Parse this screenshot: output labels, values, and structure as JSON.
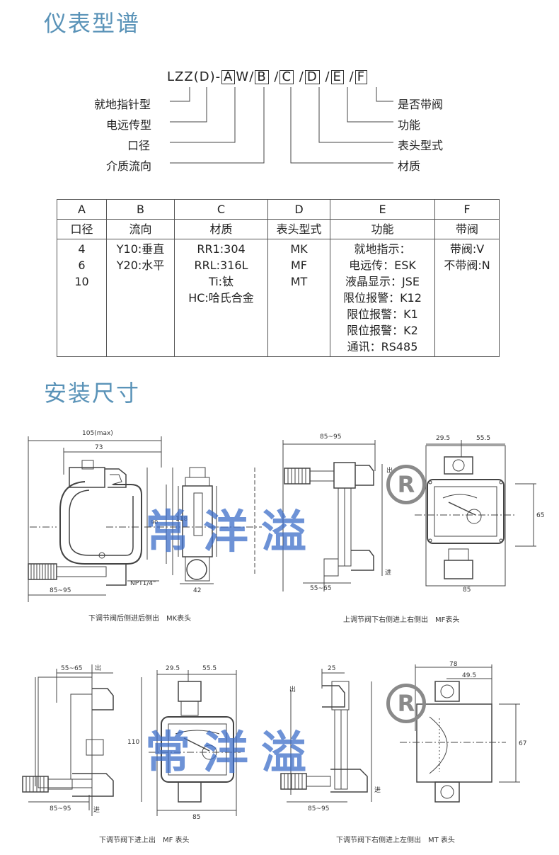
{
  "sections": {
    "model_title": "仪表型谱",
    "install_title": "安装尺寸"
  },
  "model_code": {
    "prefix": "LZZ(D)-",
    "slots": [
      "A",
      "W",
      "B",
      "C",
      "D",
      "E",
      "F"
    ],
    "labels_left": [
      "就地指针型",
      "电远传型",
      "口径",
      "介质流向"
    ],
    "labels_right": [
      "是否带阀",
      "功能",
      "表头型式",
      "材质"
    ]
  },
  "spec_table": {
    "letters": [
      "A",
      "B",
      "C",
      "D",
      "E",
      "F"
    ],
    "headers": [
      "口径",
      "流向",
      "材质",
      "表头型式",
      "功能",
      "带阀"
    ],
    "col_a": [
      "4",
      "6",
      "10"
    ],
    "col_b": [
      "Y10:垂直",
      "Y20:水平"
    ],
    "col_c": [
      "RR1:304",
      "RRL:316L",
      "Ti:钛",
      "HC:哈氏合金"
    ],
    "col_d": [
      "MK",
      "MF",
      "MT"
    ],
    "col_e": [
      "就地指示：",
      "电远传：ESK",
      "液晶显示：JSE",
      "限位报警：K12",
      "限位报警：K1",
      "限位报警：K2",
      "通讯：RS485"
    ],
    "col_f": [
      "带阀:V",
      "不带阀:N"
    ]
  },
  "drawings": {
    "d1": {
      "caption": "下调节阀后侧进后侧出　MK表头",
      "dims": {
        "width_max": "105(max)",
        "w73": "73",
        "h90": "90",
        "h118": "118",
        "w42": "42",
        "w8595": "85~95",
        "npt": "NPT1/4\""
      }
    },
    "d2": {
      "caption": "上调节阀下右侧进上右侧出　MF表头",
      "dims": {
        "w8595": "85~95",
        "w5565": "55~65",
        "w295": "29.5",
        "w555": "55.5",
        "h65": "65",
        "w85": "85",
        "out": "出",
        "in": "进"
      }
    },
    "d3": {
      "caption": "下调节阀下进上出　MF 表头",
      "dims": {
        "w5565": "55~65",
        "w8595": "85~95",
        "w295": "29.5",
        "w555": "55.5",
        "h110": "110",
        "w85": "85",
        "out": "出",
        "in": "进"
      }
    },
    "d4": {
      "caption": "下调节阀下右侧进上左侧出　MT 表头",
      "dims": {
        "w25": "25",
        "w78": "78",
        "w495": "49.5",
        "h67": "67",
        "w8595": "85~95",
        "out": "出",
        "in": "进"
      }
    }
  },
  "watermark": {
    "text": "常洋溢",
    "reg": "R"
  }
}
